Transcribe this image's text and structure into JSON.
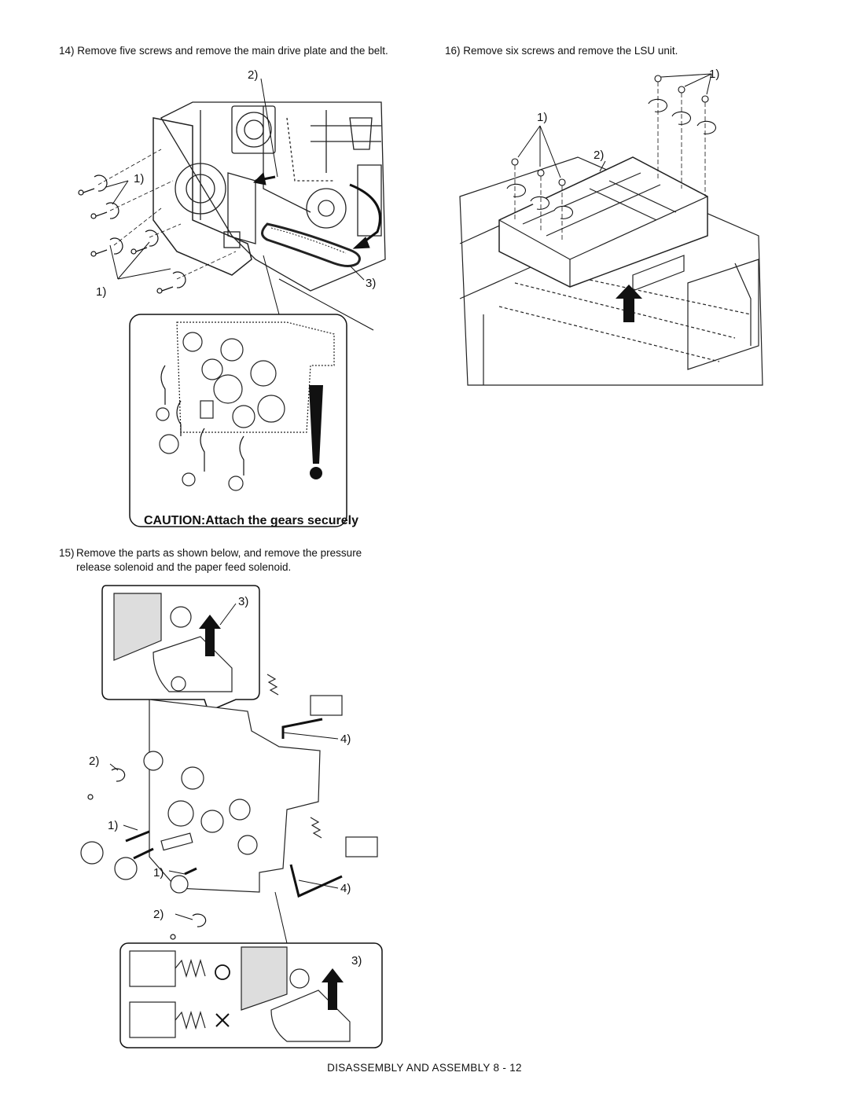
{
  "steps": {
    "s14": "14) Remove five screws and remove the main drive plate and the belt.",
    "s16": "16) Remove six screws and remove the LSU unit.",
    "s15_num": "15)",
    "s15_line1": "Remove the parts as shown below, and remove the pressure",
    "s15_line2": "release solenoid and the paper feed solenoid."
  },
  "fig14": {
    "callouts": [
      "2)",
      "1)",
      "1)",
      "3)"
    ],
    "caution": "CAUTION:Attach the gears securely"
  },
  "fig16": {
    "callouts": [
      "1)",
      "1)",
      "2)"
    ]
  },
  "fig15": {
    "callouts": [
      "3)",
      "4)",
      "2)",
      "1)",
      "1)",
      "4)",
      "2)",
      "3)"
    ]
  },
  "footer": "DISASSEMBLY AND ASSEMBLY  8 - 12"
}
